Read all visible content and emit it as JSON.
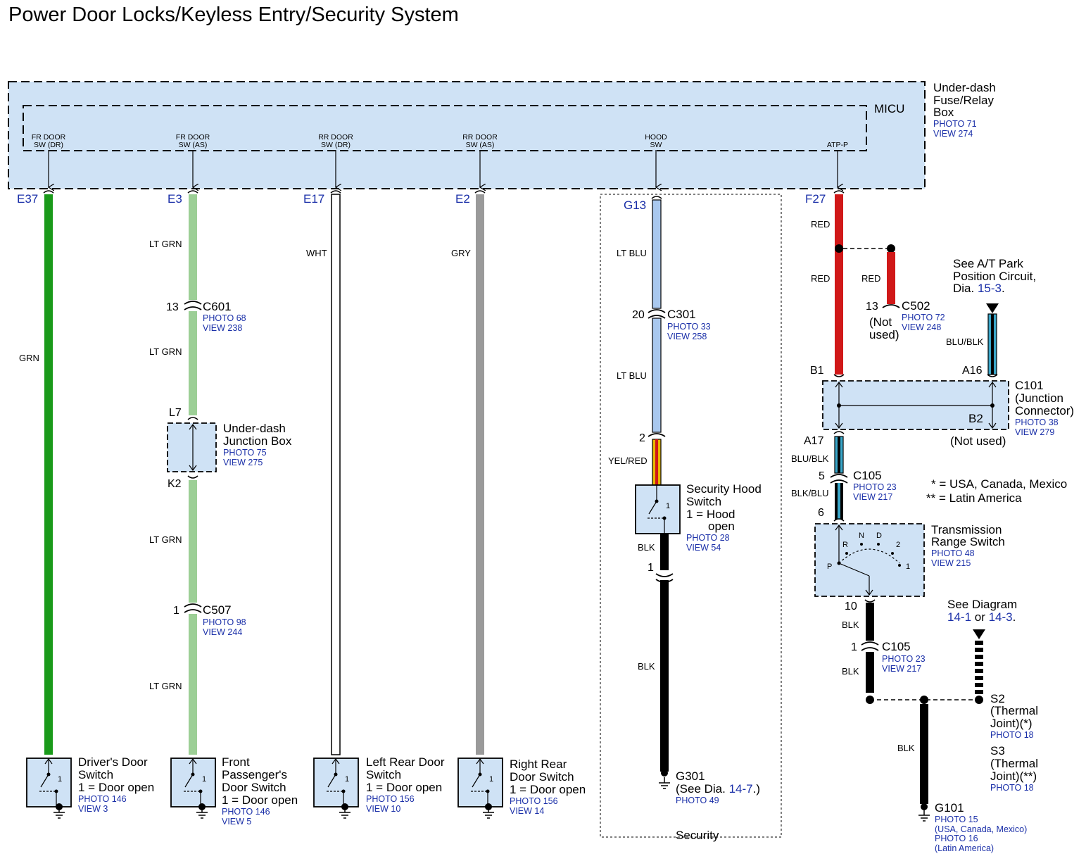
{
  "title": "Power Door Locks/Keyless Entry/Security System",
  "colors": {
    "box_fill": "#cfe2f5",
    "GRN": "#1a9a1a",
    "LT_GRN": "#9ccf96",
    "WHT": "#ffffff",
    "GRY": "#9a9a9a",
    "LT_BLU": "#a9c8ee",
    "RED": "#d01818",
    "BLK": "#000000",
    "BLU_BLK": "#3aa6c8",
    "YEL": "#e8b800",
    "link": "#1a2fa8"
  },
  "fuse_box": {
    "label_lines": [
      "Under-dash",
      "Fuse/Relay",
      "Box"
    ],
    "photo": "PHOTO 71",
    "view": "VIEW 274",
    "micu": "MICU"
  },
  "micu_pins": [
    {
      "line1": "FR DOOR",
      "line2": "SW (DR)"
    },
    {
      "line1": "FR DOOR",
      "line2": "SW (AS)"
    },
    {
      "line1": "RR DOOR",
      "line2": "SW (DR)"
    },
    {
      "line1": "RR DOOR",
      "line2": "SW (AS)"
    },
    {
      "line1": "HOOD",
      "line2": "SW"
    },
    {
      "line1": "",
      "line2": "ATP-P"
    }
  ],
  "terminals": [
    "E37",
    "E3",
    "E17",
    "E2",
    "G13",
    "F27"
  ],
  "wires": {
    "grn": "GRN",
    "lt_grn": "LT GRN",
    "wht": "WHT",
    "gry": "GRY",
    "lt_blu": "LT BLU",
    "yel_red": "YEL/RED",
    "blk": "BLK",
    "red": "RED",
    "blu_blk": "BLU/BLK",
    "blk_blu": "BLK/BLU"
  },
  "connectors": {
    "c601": {
      "name": "C601",
      "pin": "13",
      "photo": "PHOTO 68",
      "view": "VIEW 238"
    },
    "c507": {
      "name": "C507",
      "pin": "1",
      "photo": "PHOTO 98",
      "view": "VIEW 244"
    },
    "c301": {
      "name": "C301",
      "pin": "20",
      "photo": "PHOTO 33",
      "view": "VIEW 258"
    },
    "c502": {
      "name": "C502",
      "pin": "13",
      "note_lines": [
        "(Not",
        "used)"
      ],
      "photo": "PHOTO 72",
      "view": "VIEW 248"
    },
    "c105a": {
      "name": "C105",
      "pin_top": "5",
      "pin_bottom": "6",
      "photo": "PHOTO 23",
      "view": "VIEW 217"
    },
    "c105b": {
      "name": "C105",
      "pin": "1",
      "photo": "PHOTO 23",
      "view": "VIEW 217"
    },
    "hood_pins": {
      "top": "2",
      "bottom": "1"
    },
    "trs_pin": "10"
  },
  "junction_box": {
    "label_lines": [
      "Under-dash",
      "Junction Box"
    ],
    "pin_top": "L7",
    "pin_bottom": "K2",
    "photo": "PHOTO 75",
    "view": "VIEW 275"
  },
  "c101": {
    "label_lines": [
      "C101",
      "(Junction",
      "Connector)"
    ],
    "photo": "PHOTO 38",
    "view": "VIEW 279",
    "pin_b1": "B1",
    "pin_a16": "A16",
    "pin_b2": "B2",
    "pin_a17": "A17",
    "not_used": "(Not used)"
  },
  "at_park": {
    "lines": [
      "See A/T Park",
      "Position Circuit,"
    ],
    "dia_prefix": "Dia. ",
    "dia_link": "15-3",
    "dia_suffix": "."
  },
  "legend": {
    "single": "* = USA, Canada, Mexico",
    "double": "** = Latin America"
  },
  "security_hood_switch": {
    "label_lines": [
      "Security Hood",
      "Switch",
      "1 = Hood",
      "open"
    ],
    "photo": "PHOTO 28",
    "view": "VIEW 54",
    "pin": "1"
  },
  "transmission_range_switch": {
    "label_lines": [
      "Transmission",
      "Range Switch"
    ],
    "photo": "PHOTO 48",
    "view": "VIEW 215",
    "positions": [
      "R",
      "N",
      "D",
      "2",
      "P",
      "1"
    ]
  },
  "see_diagram": {
    "line1": "See Diagram",
    "link1": "14-1",
    "or": " or ",
    "link2": "14-3",
    "suffix": "."
  },
  "thermal_joints": {
    "s2_lines": [
      "S2",
      "(Thermal",
      "Joint)(*)"
    ],
    "s2_photo": "PHOTO 18",
    "s3_lines": [
      "S3",
      "(Thermal",
      "Joint)(**)"
    ],
    "s3_photo": "PHOTO 18"
  },
  "grounds": {
    "g301": {
      "name": "G301",
      "see_prefix": "(See  Dia. ",
      "see_link": "14-7",
      "see_suffix": ".)",
      "photo": "PHOTO 49"
    },
    "g101": {
      "name": "G101",
      "photo1": "PHOTO 15",
      "note1": "(USA, Canada, Mexico)",
      "photo2": "PHOTO 16",
      "note2": "(Latin America)"
    }
  },
  "security_label": "Security",
  "door_switches": [
    {
      "label_lines": [
        "Driver's Door",
        "Switch",
        "1 = Door open"
      ],
      "photo": "PHOTO 146",
      "view": "VIEW 3"
    },
    {
      "label_lines": [
        "Front",
        "Passenger's",
        "Door Switch",
        "1 = Door open"
      ],
      "photo": "PHOTO 146",
      "view": "VIEW 5"
    },
    {
      "label_lines": [
        "Left Rear Door",
        "Switch",
        "1 = Door open"
      ],
      "photo": "PHOTO 156",
      "view": "VIEW 10"
    },
    {
      "label_lines": [
        "Right Rear",
        "Door Switch",
        "1 = Door open"
      ],
      "photo": "PHOTO 156",
      "view": "VIEW 14"
    }
  ],
  "switch_pin": "1"
}
